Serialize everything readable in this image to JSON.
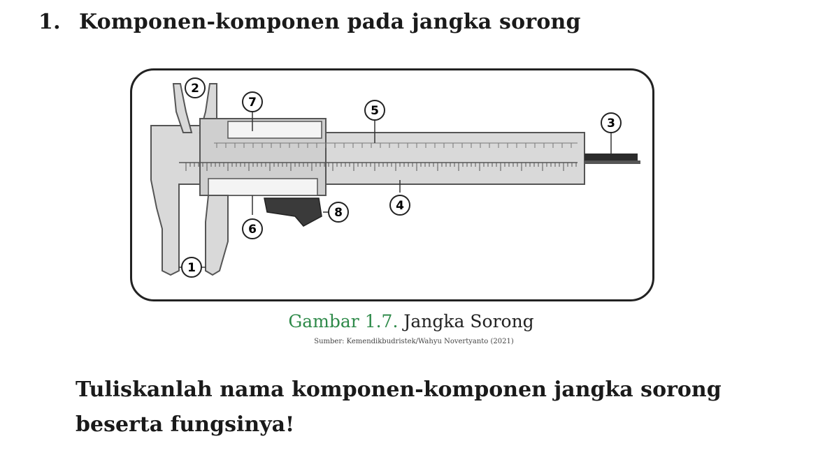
{
  "question": {
    "number": "1.",
    "title": "Komponen-komponen pada jangka sorong"
  },
  "figure": {
    "callouts": [
      "1",
      "2",
      "3",
      "4",
      "5",
      "6",
      "7",
      "8"
    ],
    "caption_prefix": "Gambar 1.7.",
    "caption_text": "Jangka Sorong",
    "source": "Sumber: Kemendikbudristek/Wahyu Novertyanto (2021)",
    "colors": {
      "body": "#d9d9d9",
      "body_stroke": "#555555",
      "depth_rod": "#2b2b2b",
      "thumb_screw": "#3a3a3a",
      "caption_prefix": "#2f8a4a"
    }
  },
  "instruction": "Tuliskanlah nama komponen-komponen jangka sorong beserta fungsinya!"
}
